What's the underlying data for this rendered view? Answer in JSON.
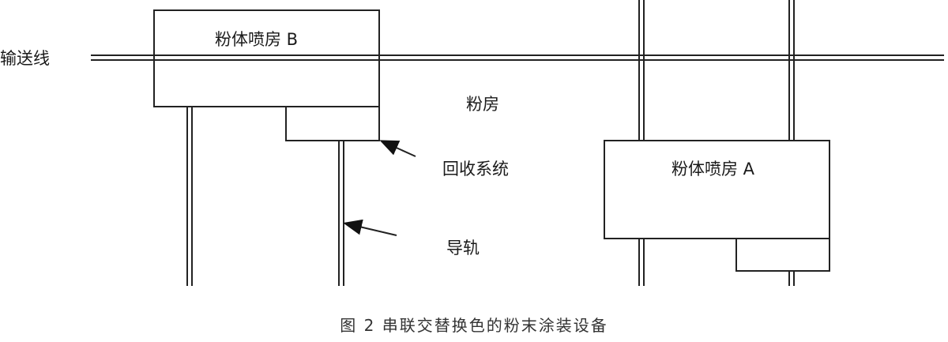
{
  "labels": {
    "conveyor": "输送线",
    "booth_b": "粉体喷房 B",
    "booth_a": "粉体喷房 A",
    "powder_room": "粉房",
    "recovery_system": "回收系统",
    "guide_rail": "导轨"
  },
  "caption": "图 2 串联交替换色的粉末涂装设备"
}
